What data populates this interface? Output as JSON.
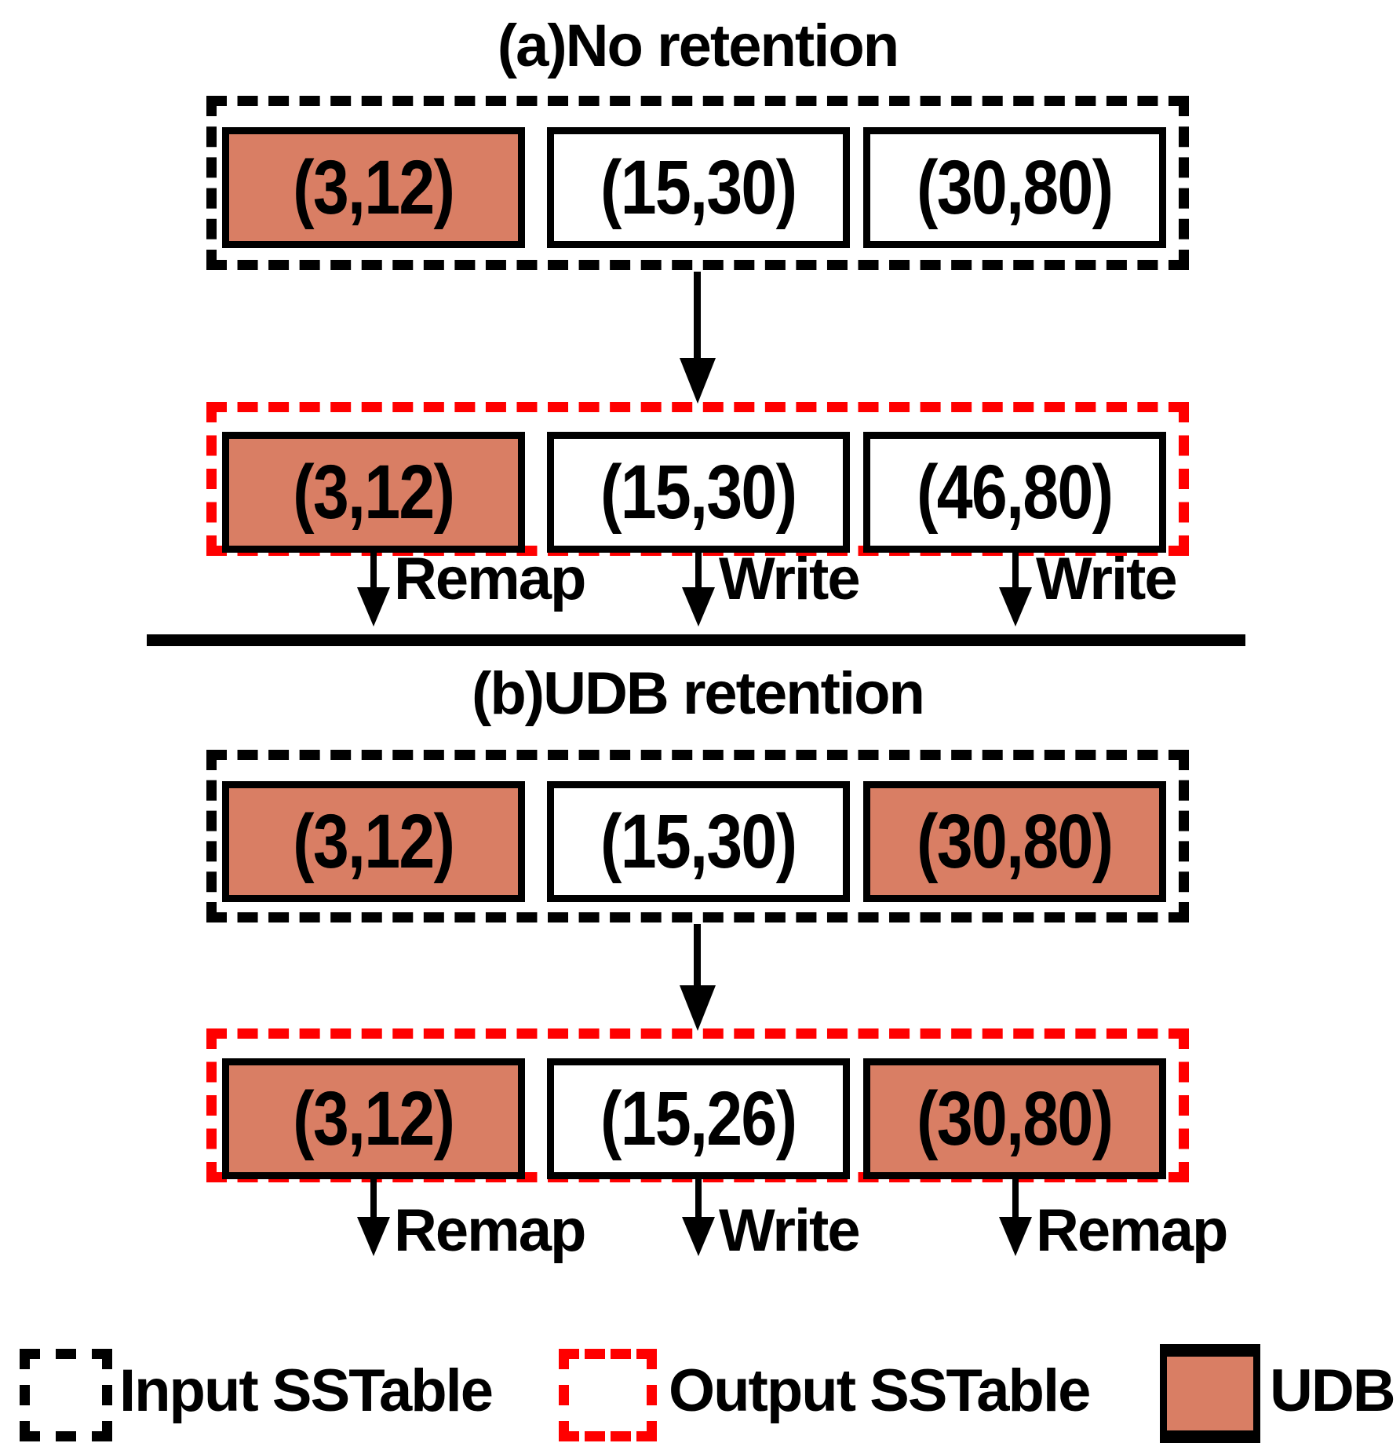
{
  "figure": {
    "colors": {
      "udb_fill": "#D97E64",
      "output_border": "#FF0000",
      "input_border": "#000000"
    },
    "section_a": {
      "title": "(a)No retention",
      "input_boxes": [
        {
          "label": "(3,12)",
          "udb": true
        },
        {
          "label": "(15,30)",
          "udb": false
        },
        {
          "label": "(30,80)",
          "udb": false
        }
      ],
      "output_boxes": [
        {
          "label": "(3,12)",
          "udb": true,
          "action": "Remap"
        },
        {
          "label": "(15,30)",
          "udb": false,
          "action": "Write"
        },
        {
          "label": "(46,80)",
          "udb": false,
          "action": "Write"
        }
      ]
    },
    "section_b": {
      "title": "(b)UDB retention",
      "input_boxes": [
        {
          "label": "(3,12)",
          "udb": true
        },
        {
          "label": "(15,30)",
          "udb": false
        },
        {
          "label": "(30,80)",
          "udb": true
        }
      ],
      "output_boxes": [
        {
          "label": "(3,12)",
          "udb": true,
          "action": "Remap"
        },
        {
          "label": "(15,26)",
          "udb": false,
          "action": "Write"
        },
        {
          "label": "(30,80)",
          "udb": true,
          "action": "Remap"
        }
      ]
    },
    "legend": {
      "input_label": "Input SSTable",
      "output_label": "Output SSTable",
      "udb_label": "UDB"
    }
  }
}
